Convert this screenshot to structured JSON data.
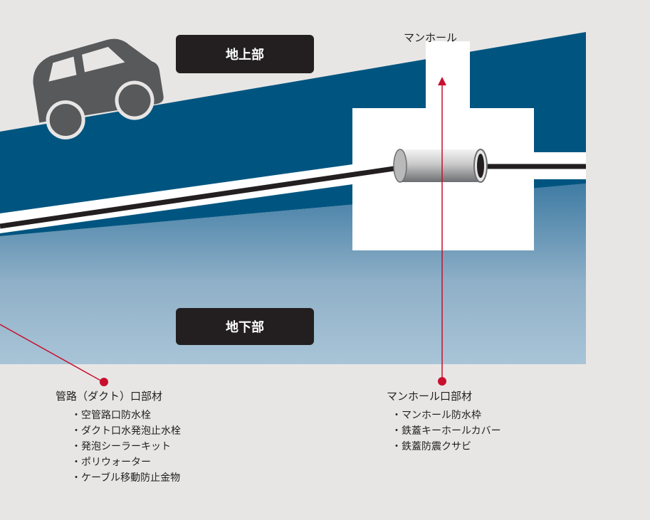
{
  "colors": {
    "background": "#e8e6e5",
    "surface_band": "#005580",
    "underground_top": "#3f7ba3",
    "underground_bottom": "#a9c4d7",
    "accent_red": "#c8102e",
    "cable": "#231f20",
    "car": "#58595b"
  },
  "labels": {
    "above_ground": "地上部",
    "underground": "地下部",
    "manhole": "マンホール"
  },
  "callouts": {
    "duct": {
      "title": "管路（ダクト）口部材",
      "items": [
        "空管路口防水栓",
        "ダクト口水発泡止水栓",
        "発泡シーラーキット",
        "ポリウォーター",
        "ケーブル移動防止金物"
      ]
    },
    "manhole": {
      "title": "マンホール口部材",
      "items": [
        "マンホール防水枠",
        "鉄蓋キーホールカバー",
        "鉄蓋防震クサビ"
      ]
    }
  },
  "icons": [
    "car-icon",
    "pipe-icon"
  ]
}
